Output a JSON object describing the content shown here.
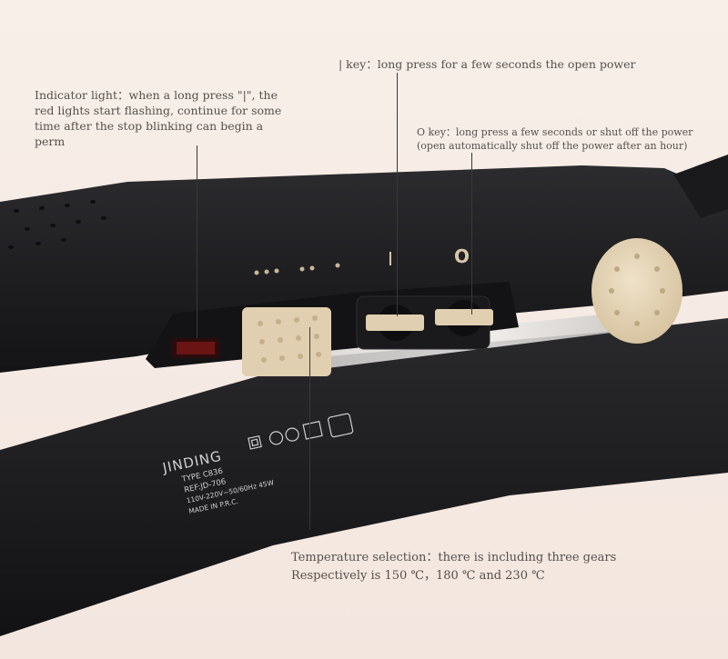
{
  "annotations": {
    "indicator": {
      "lines": [
        "Indicator light：when a long press \"|\", the",
        "red lights start flashing, continue for some",
        "time after the stop blinking can begin a",
        "perm"
      ]
    },
    "power_key": {
      "text": "| key：long press for a few seconds the open power"
    },
    "off_key": {
      "lines": [
        "O key：long press a few seconds or shut off the power",
        "(open automatically shut off the power after an hour)"
      ]
    },
    "temperature": {
      "lines": [
        "Temperature selection：there is including three gears",
        "Respectively is 150 ℃，180 ℃ and 230 ℃"
      ]
    }
  },
  "device": {
    "on_symbol": "I",
    "off_symbol": "O",
    "label": {
      "brand": "JINDING",
      "type": "TYPE C836",
      "ref": "REF:JD-706",
      "power": "110V-220V~50/60Hz 45W",
      "origin": "MADE IN P.R.C."
    },
    "colors": {
      "body": "#1e1e20",
      "buttons": "#e0cfb0",
      "indicator": "#6b1414",
      "background": "#f6ece6"
    }
  }
}
